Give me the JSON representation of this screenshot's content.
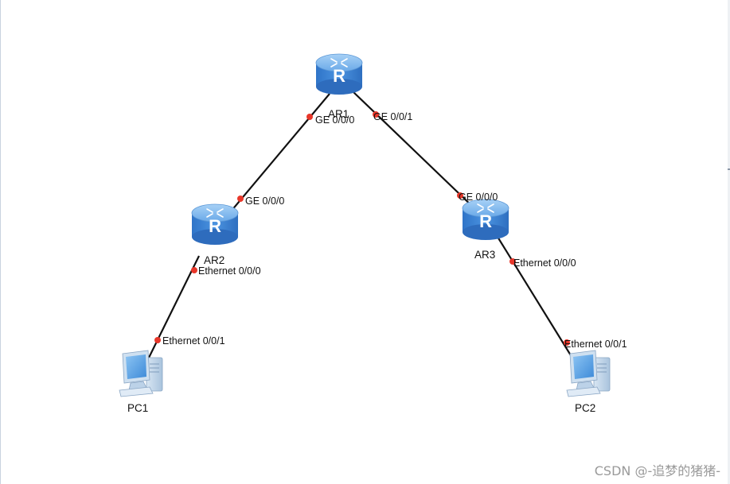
{
  "devices": {
    "ar1": {
      "label": "AR1",
      "glyph": "R"
    },
    "ar2": {
      "label": "AR2",
      "glyph": "R"
    },
    "ar3": {
      "label": "AR3",
      "glyph": "R"
    },
    "pc1": {
      "label": "PC1"
    },
    "pc2": {
      "label": "PC2"
    }
  },
  "ports": {
    "ar1_ge000": "GE 0/0/0",
    "ar1_ge001": "GE 0/0/1",
    "ar2_ge000": "GE 0/0/0",
    "ar2_eth000": "Ethernet 0/0/0",
    "ar3_ge000": "GE 0/0/0",
    "ar3_eth000": "Ethernet 0/0/0",
    "pc1_eth001": "Ethernet 0/0/1",
    "pc2_eth001": "Ethernet 0/0/1"
  },
  "watermark": "CSDN @-追梦的猪猪-",
  "colors": {
    "link": "#111111",
    "port_dot": "#e8372a",
    "router_top": "#7fb9ee",
    "router_body": "#3f86d8",
    "pc_screen": "#5aa3e6"
  },
  "icons": {
    "router": "router-icon",
    "pc": "pc-icon"
  }
}
